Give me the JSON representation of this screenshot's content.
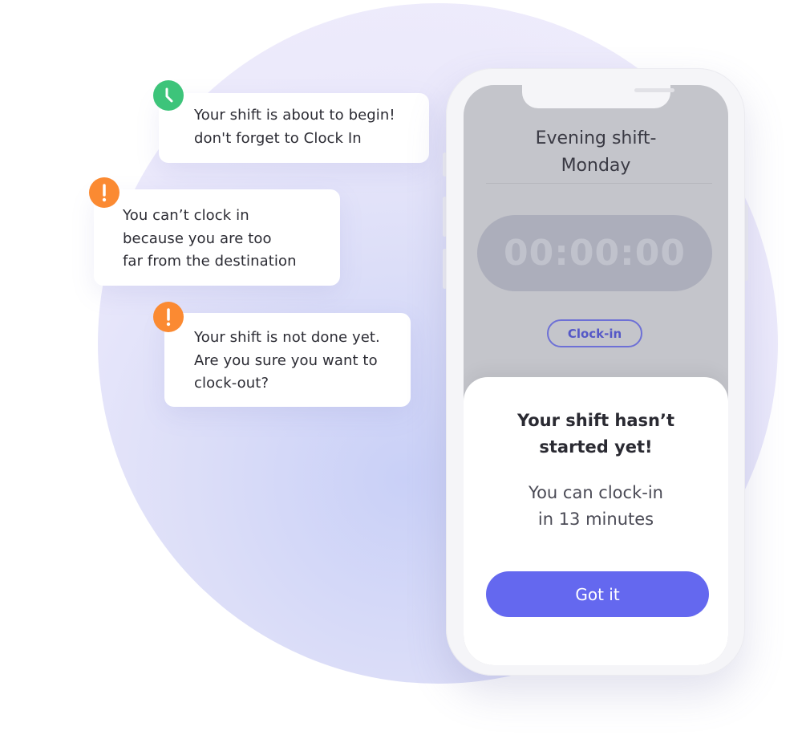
{
  "notifications": [
    {
      "type": "reminder",
      "icon": "clock-icon",
      "color": "#3dc47a",
      "text": "Your shift is about to begin!\ndon't forget to Clock In"
    },
    {
      "type": "warning",
      "icon": "exclamation-icon",
      "color": "#fb8a32",
      "text": "You can’t clock in\nbecause you are too\nfar from the destination"
    },
    {
      "type": "warning",
      "icon": "exclamation-icon",
      "color": "#fb8a32",
      "text": "Your shift is not done yet.\nAre you sure you want to\nclock-out?"
    }
  ],
  "phone": {
    "shift_title": "Evening shift-\nMonday",
    "timer": "00:00:00",
    "clock_in_label": "Clock-in",
    "sheet": {
      "title": "Your shift hasn’t\nstarted yet!",
      "subtitle": "You can clock-in\nin 13 minutes",
      "button_label": "Got it"
    }
  },
  "colors": {
    "accent": "#6468ef",
    "success": "#3dc47a",
    "warning": "#fb8a32"
  }
}
